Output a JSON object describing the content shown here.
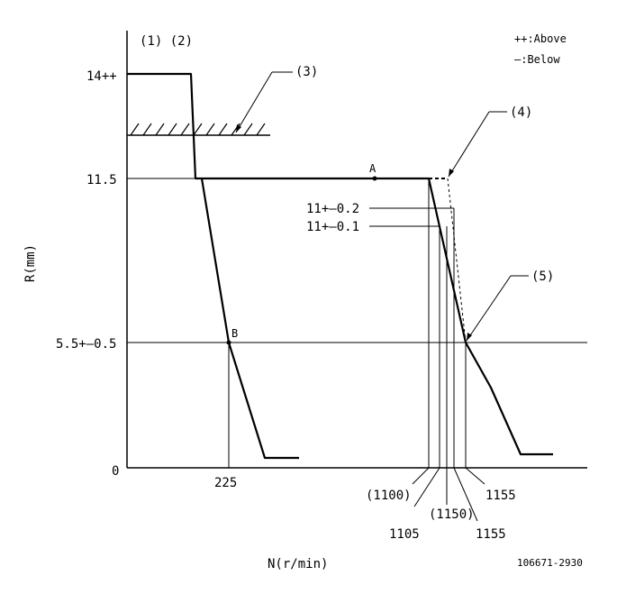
{
  "header": {
    "markers_label": "(1) (2)"
  },
  "legend": {
    "above": "++:Above",
    "below": "—:Below"
  },
  "axes": {
    "ylabel": "R(mm)",
    "xlabel": "N(r/min)"
  },
  "y_ticks": {
    "r14": "14++",
    "r11_5": "11.5",
    "r5_5": "5.5+—0.5",
    "r0": "0"
  },
  "x_ticks": {
    "n225": "225",
    "n1100": "(1100)",
    "n1105": "1105",
    "n1150": "(1150)",
    "n1155a": "1155",
    "n1155b": "1155"
  },
  "side_labels": {
    "r11_02": "11+—0.2",
    "r11_01": "11+—0.1"
  },
  "callouts": {
    "c3": "(3)",
    "c4": "(4)",
    "c5": "(5)"
  },
  "points": {
    "a": "A",
    "b": "B"
  },
  "footer": {
    "code": "106671-2930"
  }
}
